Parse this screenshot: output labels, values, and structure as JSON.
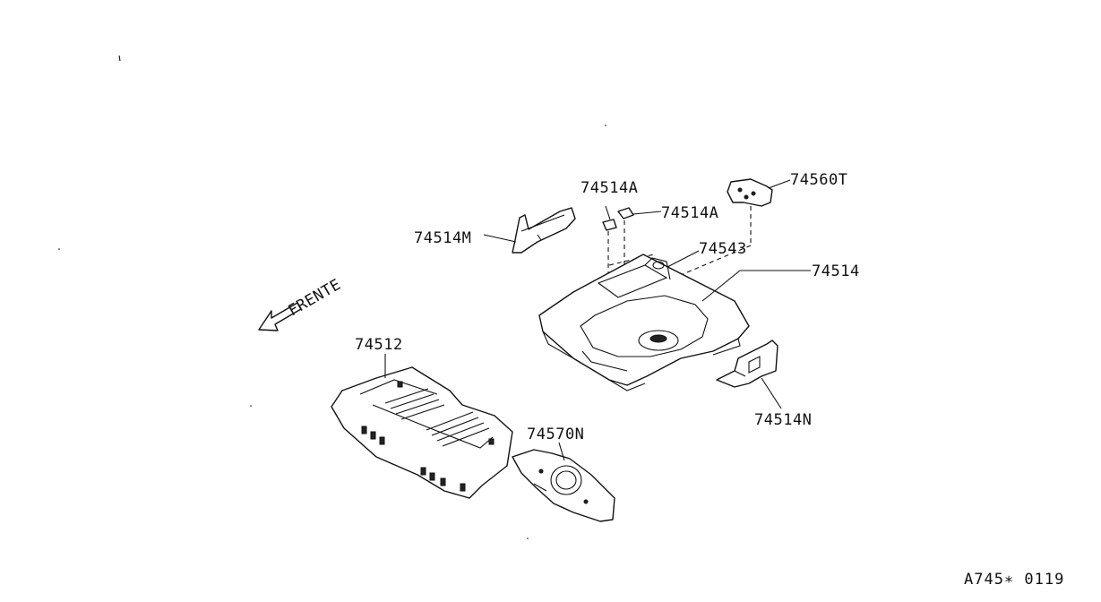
{
  "diagram": {
    "direction_label": "FRENTE",
    "reference_code": "A745∗ 0119",
    "parts": [
      {
        "id": "74514A_1",
        "label": "74514A"
      },
      {
        "id": "74514A_2",
        "label": "74514A"
      },
      {
        "id": "74560T",
        "label": "74560T"
      },
      {
        "id": "74514M",
        "label": "74514M"
      },
      {
        "id": "74543",
        "label": "74543"
      },
      {
        "id": "74514",
        "label": "74514"
      },
      {
        "id": "74512",
        "label": "74512"
      },
      {
        "id": "74570N",
        "label": "74570N"
      },
      {
        "id": "74514N",
        "label": "74514N"
      }
    ]
  }
}
